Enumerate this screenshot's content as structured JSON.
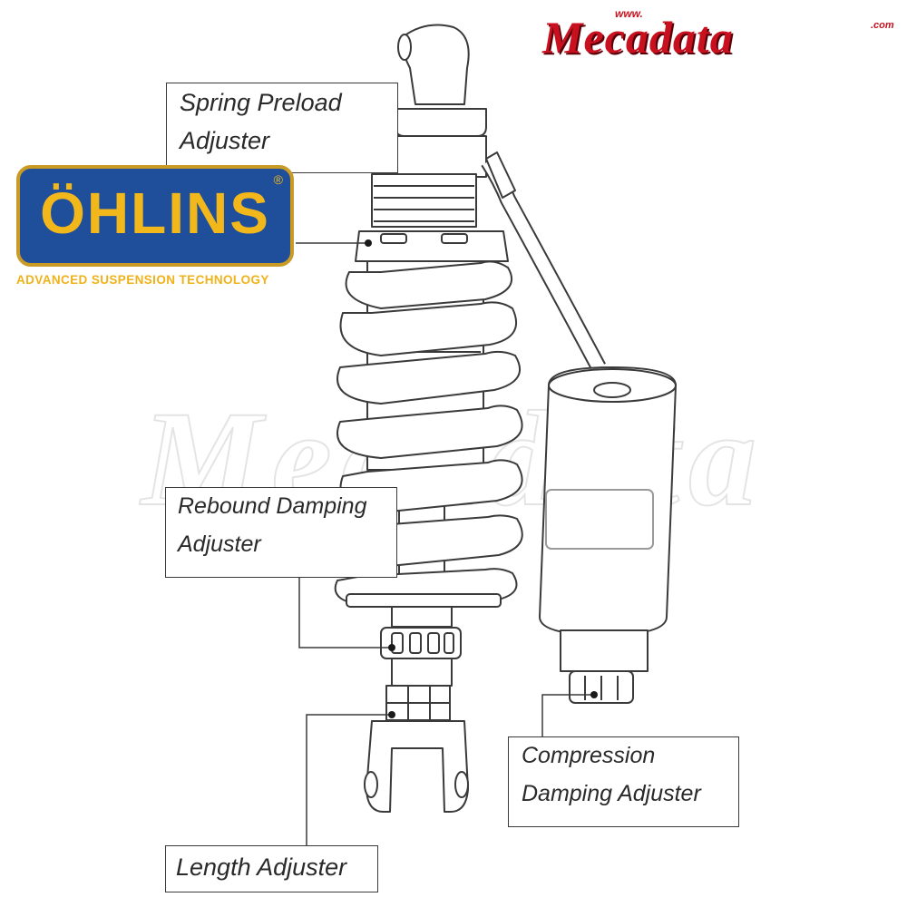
{
  "labels": {
    "spring_preload": [
      "Spring Preload",
      "Adjuster"
    ],
    "rebound_damping": [
      "Rebound Damping",
      "Adjuster"
    ],
    "compression_damping": [
      "Compression",
      "Damping Adjuster"
    ],
    "length_adjuster": "Length Adjuster"
  },
  "logo": {
    "brand": "ÖHLINS",
    "registered_mark": "®",
    "tagline": "ADVANCED SUSPENSION TECHNOLOGY",
    "colors": {
      "background": "#1f4f9b",
      "border": "#c99a24",
      "text": "#f2b71b"
    }
  },
  "watermark_brand": {
    "www": "www.",
    "name": "Mecadata",
    "com": ".com",
    "color": "#c8101e"
  },
  "watermark_center": "Mecadata"
}
